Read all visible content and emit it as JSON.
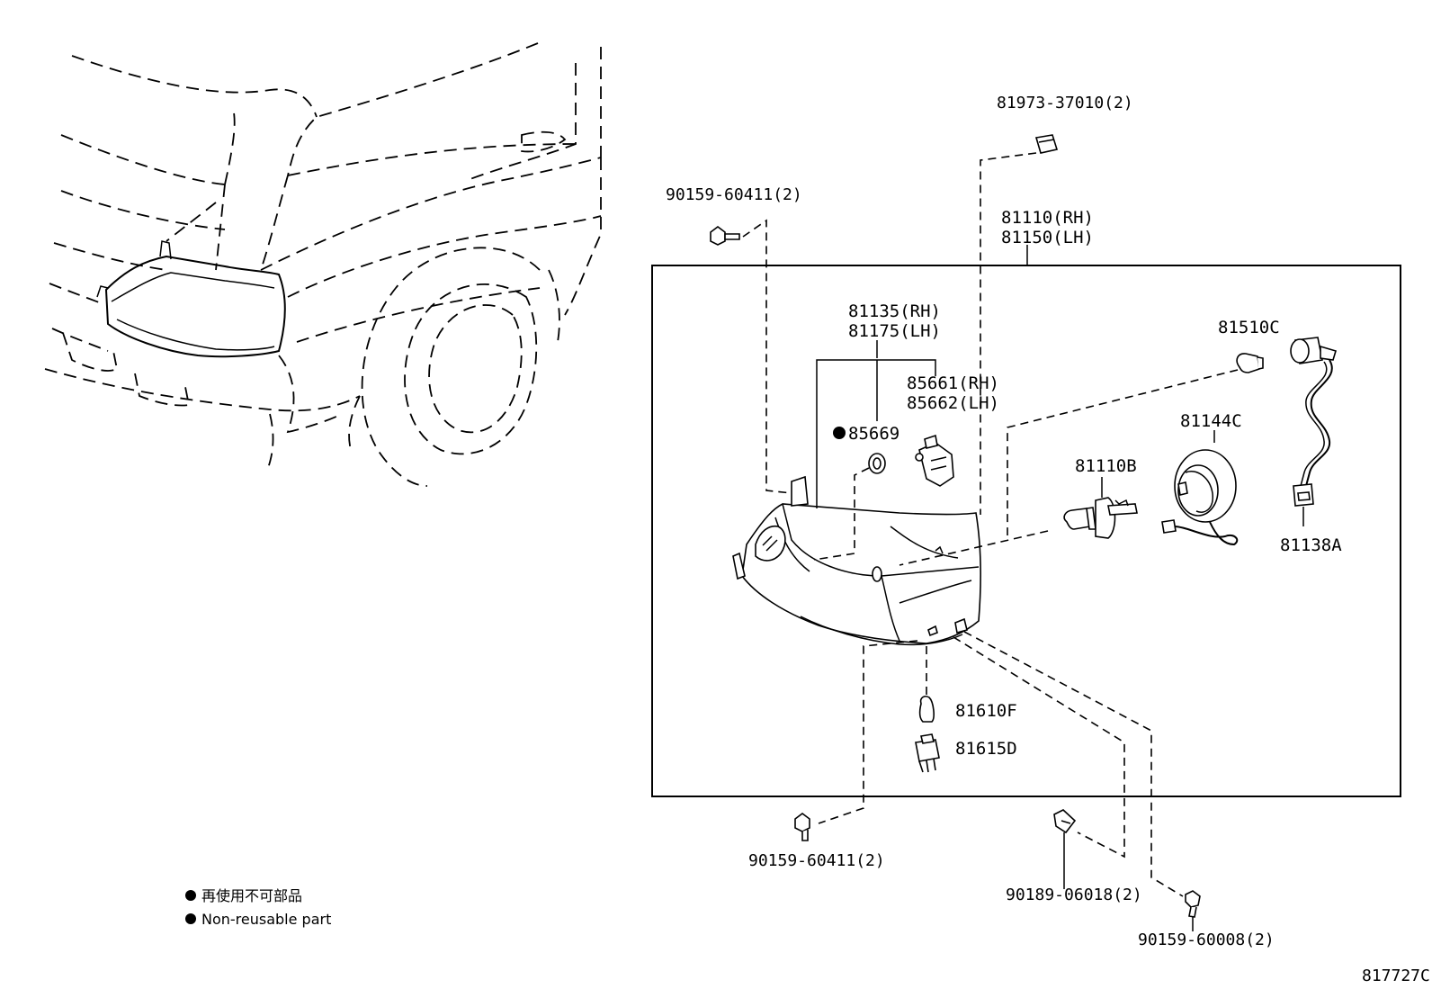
{
  "diagram_id": "817727C",
  "labels": {
    "p81973": "81973-37010(2)",
    "p90159_top": "90159-60411(2)",
    "p81110": "81110(RH)",
    "p81150": "81150(LH)",
    "p81135": "81135(RH)",
    "p81175": "81175(LH)",
    "p85661": "85661(RH)",
    "p85662": "85662(LH)",
    "p85669": "85669",
    "p81510C": "81510C",
    "p81144C": "81144C",
    "p81110B": "81110B",
    "p81138A": "81138A",
    "p81610F": "81610F",
    "p81615D": "81615D",
    "p90159_bottom": "90159-60411(2)",
    "p90189": "90189-06018(2)",
    "p90159_60008": "90159-60008(2)"
  },
  "legend": {
    "line1": "再使用不可部品",
    "line2": "Non-reusable part"
  }
}
